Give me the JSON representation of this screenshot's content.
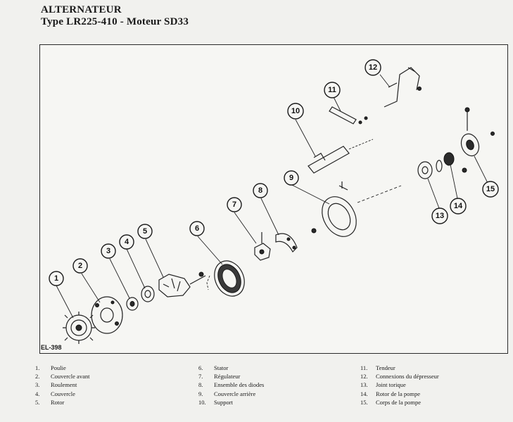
{
  "header": {
    "title": "ALTERNATEUR",
    "subtitle": "Type LR225-410 - Moteur SD33"
  },
  "figure": {
    "id": "EL-398",
    "callouts": [
      "1",
      "2",
      "3",
      "4",
      "5",
      "6",
      "7",
      "8",
      "9",
      "10",
      "11",
      "12",
      "13",
      "14",
      "15"
    ]
  },
  "legend": {
    "col1": [
      {
        "num": "1.",
        "label": "Poulie"
      },
      {
        "num": "2.",
        "label": "Couvercle avant"
      },
      {
        "num": "3.",
        "label": "Roulement"
      },
      {
        "num": "4.",
        "label": "Couvercle"
      },
      {
        "num": "5.",
        "label": "Rotor"
      }
    ],
    "col2": [
      {
        "num": "6.",
        "label": "Stator"
      },
      {
        "num": "7.",
        "label": "Régulateur"
      },
      {
        "num": "8.",
        "label": "Ensemble des diodes"
      },
      {
        "num": "9.",
        "label": "Couvercle arrière"
      },
      {
        "num": "10.",
        "label": "Support"
      }
    ],
    "col3": [
      {
        "num": "11.",
        "label": "Tendeur"
      },
      {
        "num": "12.",
        "label": "Connexions du dépresseur"
      },
      {
        "num": "13.",
        "label": "Joint torique"
      },
      {
        "num": "14.",
        "label": "Rotor de la pompe"
      },
      {
        "num": "15.",
        "label": "Corps de la pompe"
      }
    ]
  }
}
